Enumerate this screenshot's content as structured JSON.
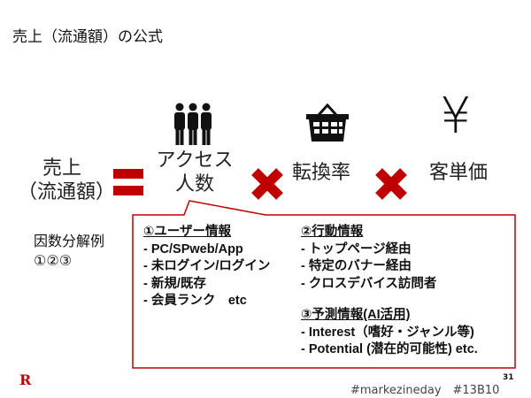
{
  "title": "売上（流通額）の公式",
  "formula": {
    "lhs_line1": "売上",
    "lhs_line2": "（流通額）",
    "term1_line1": "アクセス",
    "term1_line2": "人数",
    "term2": "転換率",
    "term3": "客単価",
    "yen_symbol": "¥"
  },
  "factor_label": {
    "line1": "因数分解例",
    "line2": "①②③"
  },
  "callout": {
    "user": {
      "heading": "①ユーザー情報",
      "items": [
        "- PC/SPweb/App",
        "- 未ログイン/ログイン",
        "- 新規/既存",
        "- 会員ランク　etc"
      ]
    },
    "behavior": {
      "heading": "②行動情報",
      "items": [
        "- トップページ経由",
        "- 特定のバナー経由",
        "- クロスデバイス訪問者"
      ]
    },
    "prediction": {
      "heading": "③予測情報(AI活用)",
      "items": [
        "- Interest（嗜好・ジャンル等)",
        "- Potential (潜在的可能性) etc."
      ]
    }
  },
  "footer": {
    "logo": "R",
    "hashtags": "#markezineday　#13B10",
    "page_number": "31"
  },
  "colors": {
    "accent": "#c00000"
  }
}
